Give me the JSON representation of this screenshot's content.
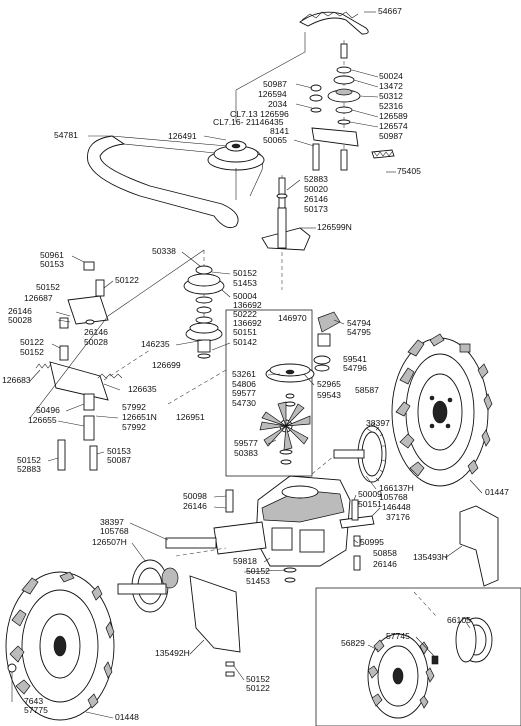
{
  "parts": [
    "54667",
    "50024",
    "13472",
    "50312",
    "52316",
    "126589",
    "126574",
    "50987",
    "50987",
    "126594",
    "2034",
    "CL7.13 126596",
    "CL7.16- 21146435",
    "8141",
    "50065",
    "54781",
    "126491",
    "75405",
    "52883",
    "50020",
    "26146",
    "50173",
    "126599N",
    "50338",
    "50961",
    "50153",
    "50122",
    "50152",
    "126687",
    "26146",
    "50028",
    "26146",
    "50028",
    "50122",
    "50152",
    "126683",
    "50152",
    "51453",
    "50004",
    "136692",
    "50222",
    "136692",
    "50151",
    "50142",
    "146235",
    "126699",
    "126635",
    "57992",
    "126651N",
    "57992",
    "126951",
    "50496",
    "126655",
    "50152",
    "52883",
    "50153",
    "50087",
    "146970",
    "54794",
    "54795",
    "53261",
    "54806",
    "59577",
    "54730",
    "52965",
    "59541",
    "54796",
    "59543",
    "58587",
    "59577",
    "50383",
    "38397",
    "166137H",
    "105768",
    "01447",
    "50098",
    "26146",
    "50009",
    "50151",
    "146448",
    "37176",
    "38397",
    "105768",
    "126507H",
    "59818",
    "50152",
    "51453",
    "50995",
    "50858",
    "26146",
    "135493H",
    "135492H",
    "50152",
    "50122",
    "7643",
    "57775",
    "01448",
    "66105",
    "57745",
    "56829"
  ]
}
